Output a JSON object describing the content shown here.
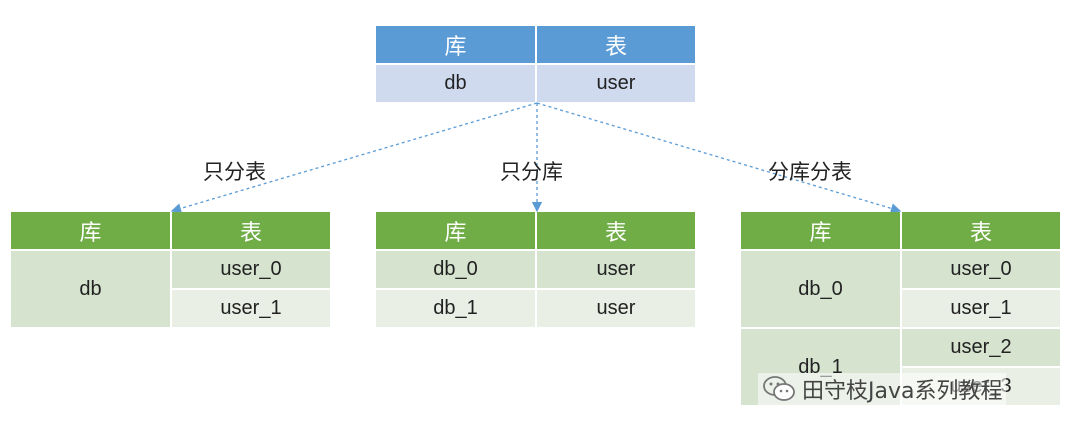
{
  "top_table": {
    "headers": [
      "库",
      "表"
    ],
    "row": [
      "db",
      "user"
    ]
  },
  "edge_labels": {
    "left": "只分表",
    "middle": "只分库",
    "right": "分库分表"
  },
  "left_table": {
    "headers": [
      "库",
      "表"
    ],
    "db": "db",
    "tables": [
      "user_0",
      "user_1"
    ]
  },
  "middle_table": {
    "headers": [
      "库",
      "表"
    ],
    "rows": [
      {
        "db": "db_0",
        "table": "user"
      },
      {
        "db": "db_1",
        "table": "user"
      }
    ]
  },
  "right_table": {
    "headers": [
      "库",
      "表"
    ],
    "groups": [
      {
        "db": "db_0",
        "tables": [
          "user_0",
          "user_1"
        ]
      },
      {
        "db": "db_1",
        "tables": [
          "user_2",
          "user_3"
        ]
      }
    ]
  },
  "watermark": {
    "icon": "wechat-icon",
    "text": "田守枝Java系列教程"
  },
  "colors": {
    "blue_header": "#5b9bd5",
    "blue_row": "#cfdaef",
    "green_header": "#70ad47",
    "green_dark": "#d5e3cf",
    "green_light": "#e9efe5",
    "arrow": "#5b9bd5"
  }
}
